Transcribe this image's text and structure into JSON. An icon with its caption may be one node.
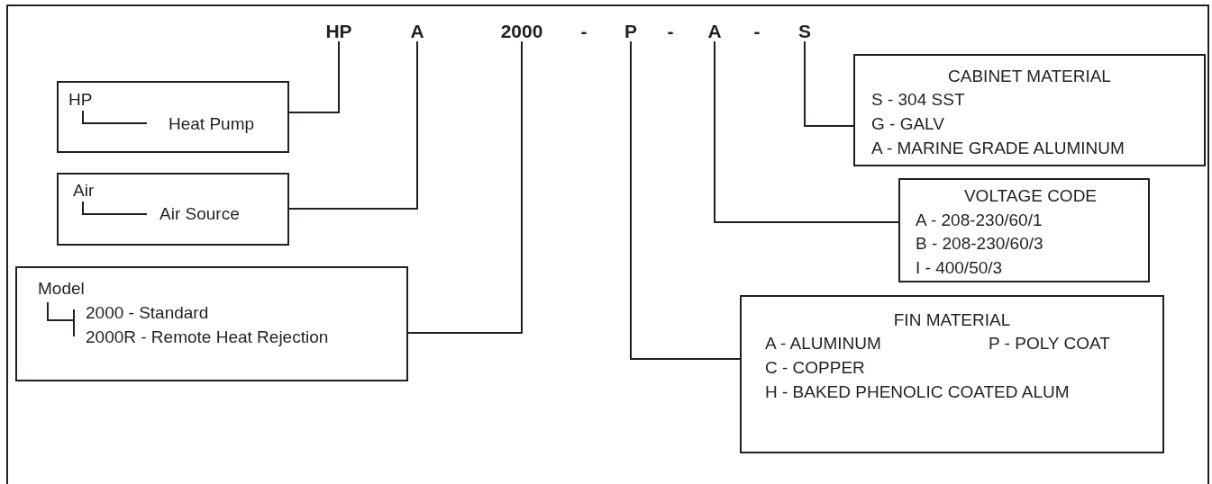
{
  "diagram": {
    "nodes": [
      {
        "text": [
          "HP"
        ]
      },
      {
        "text": [
          "A"
        ]
      },
      {
        "text": [
          "2000"
        ]
      },
      {
        "text": [
          "P"
        ]
      },
      {
        "text": [
          "A"
        ]
      },
      {
        "text": [
          "S"
        ]
      },
      {
        "text": [
          "HP",
          "Heat Pump"
        ]
      },
      {
        "text": [
          "Air",
          "Air Source"
        ]
      },
      {
        "text": [
          "Model",
          "2000 - Standard",
          "2000R - Remote Heat Rejection"
        ]
      },
      {
        "text": [
          "CABINET MATERIAL",
          "S - 304 SST",
          "G - GALV",
          "A - MARINE GRADE ALUMINUM"
        ]
      },
      {
        "text": [
          "VOLTAGE CODE",
          "A - 208-230/60/1",
          "B - 208-230/60/3",
          "I - 400/50/3"
        ]
      },
      {
        "text": [
          "FIN MATERIAL",
          "A - ALUMINUM",
          "P - POLY COAT",
          "C - COPPER",
          "H - BAKED PHENOLIC COATED ALUM"
        ]
      }
    ],
    "edges": [
      {
        "from": 0,
        "to": 6,
        "arrow": "none"
      },
      {
        "from": 1,
        "to": 7,
        "arrow": "none"
      },
      {
        "from": 2,
        "to": 8,
        "arrow": "none"
      },
      {
        "from": 3,
        "to": 11,
        "arrow": "none"
      },
      {
        "from": 4,
        "to": 10,
        "arrow": "none"
      },
      {
        "from": 5,
        "to": 9,
        "arrow": "none"
      }
    ],
    "labels": [
      "-",
      "-",
      "-"
    ]
  }
}
